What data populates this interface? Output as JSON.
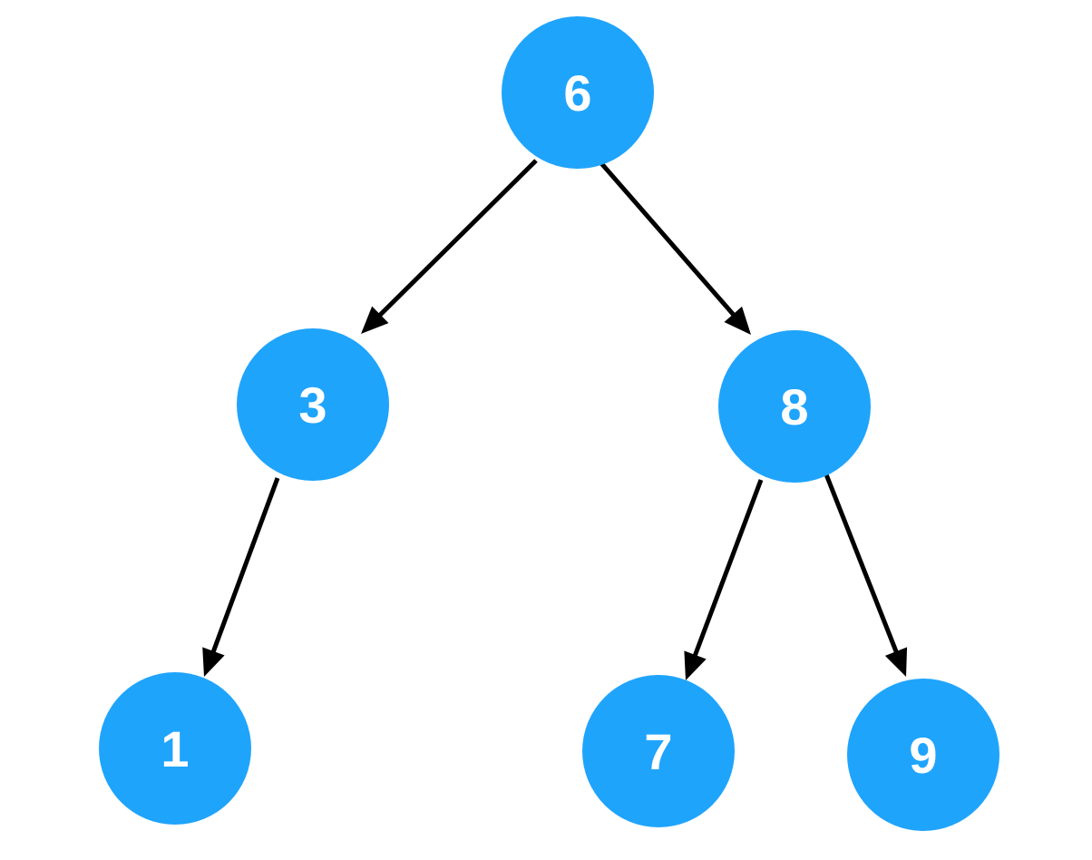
{
  "diagram": {
    "type": "binary-tree",
    "node_color": "#1fa4fc",
    "label_color": "#ffffff",
    "edge_color": "#000000",
    "nodes": [
      {
        "id": "n6",
        "label": "6"
      },
      {
        "id": "n3",
        "label": "3"
      },
      {
        "id": "n8",
        "label": "8"
      },
      {
        "id": "n1",
        "label": "1"
      },
      {
        "id": "n7",
        "label": "7"
      },
      {
        "id": "n9",
        "label": "9"
      }
    ],
    "edges": [
      {
        "from": "n6",
        "to": "n3"
      },
      {
        "from": "n6",
        "to": "n8"
      },
      {
        "from": "n3",
        "to": "n1"
      },
      {
        "from": "n8",
        "to": "n7"
      },
      {
        "from": "n8",
        "to": "n9"
      }
    ]
  }
}
